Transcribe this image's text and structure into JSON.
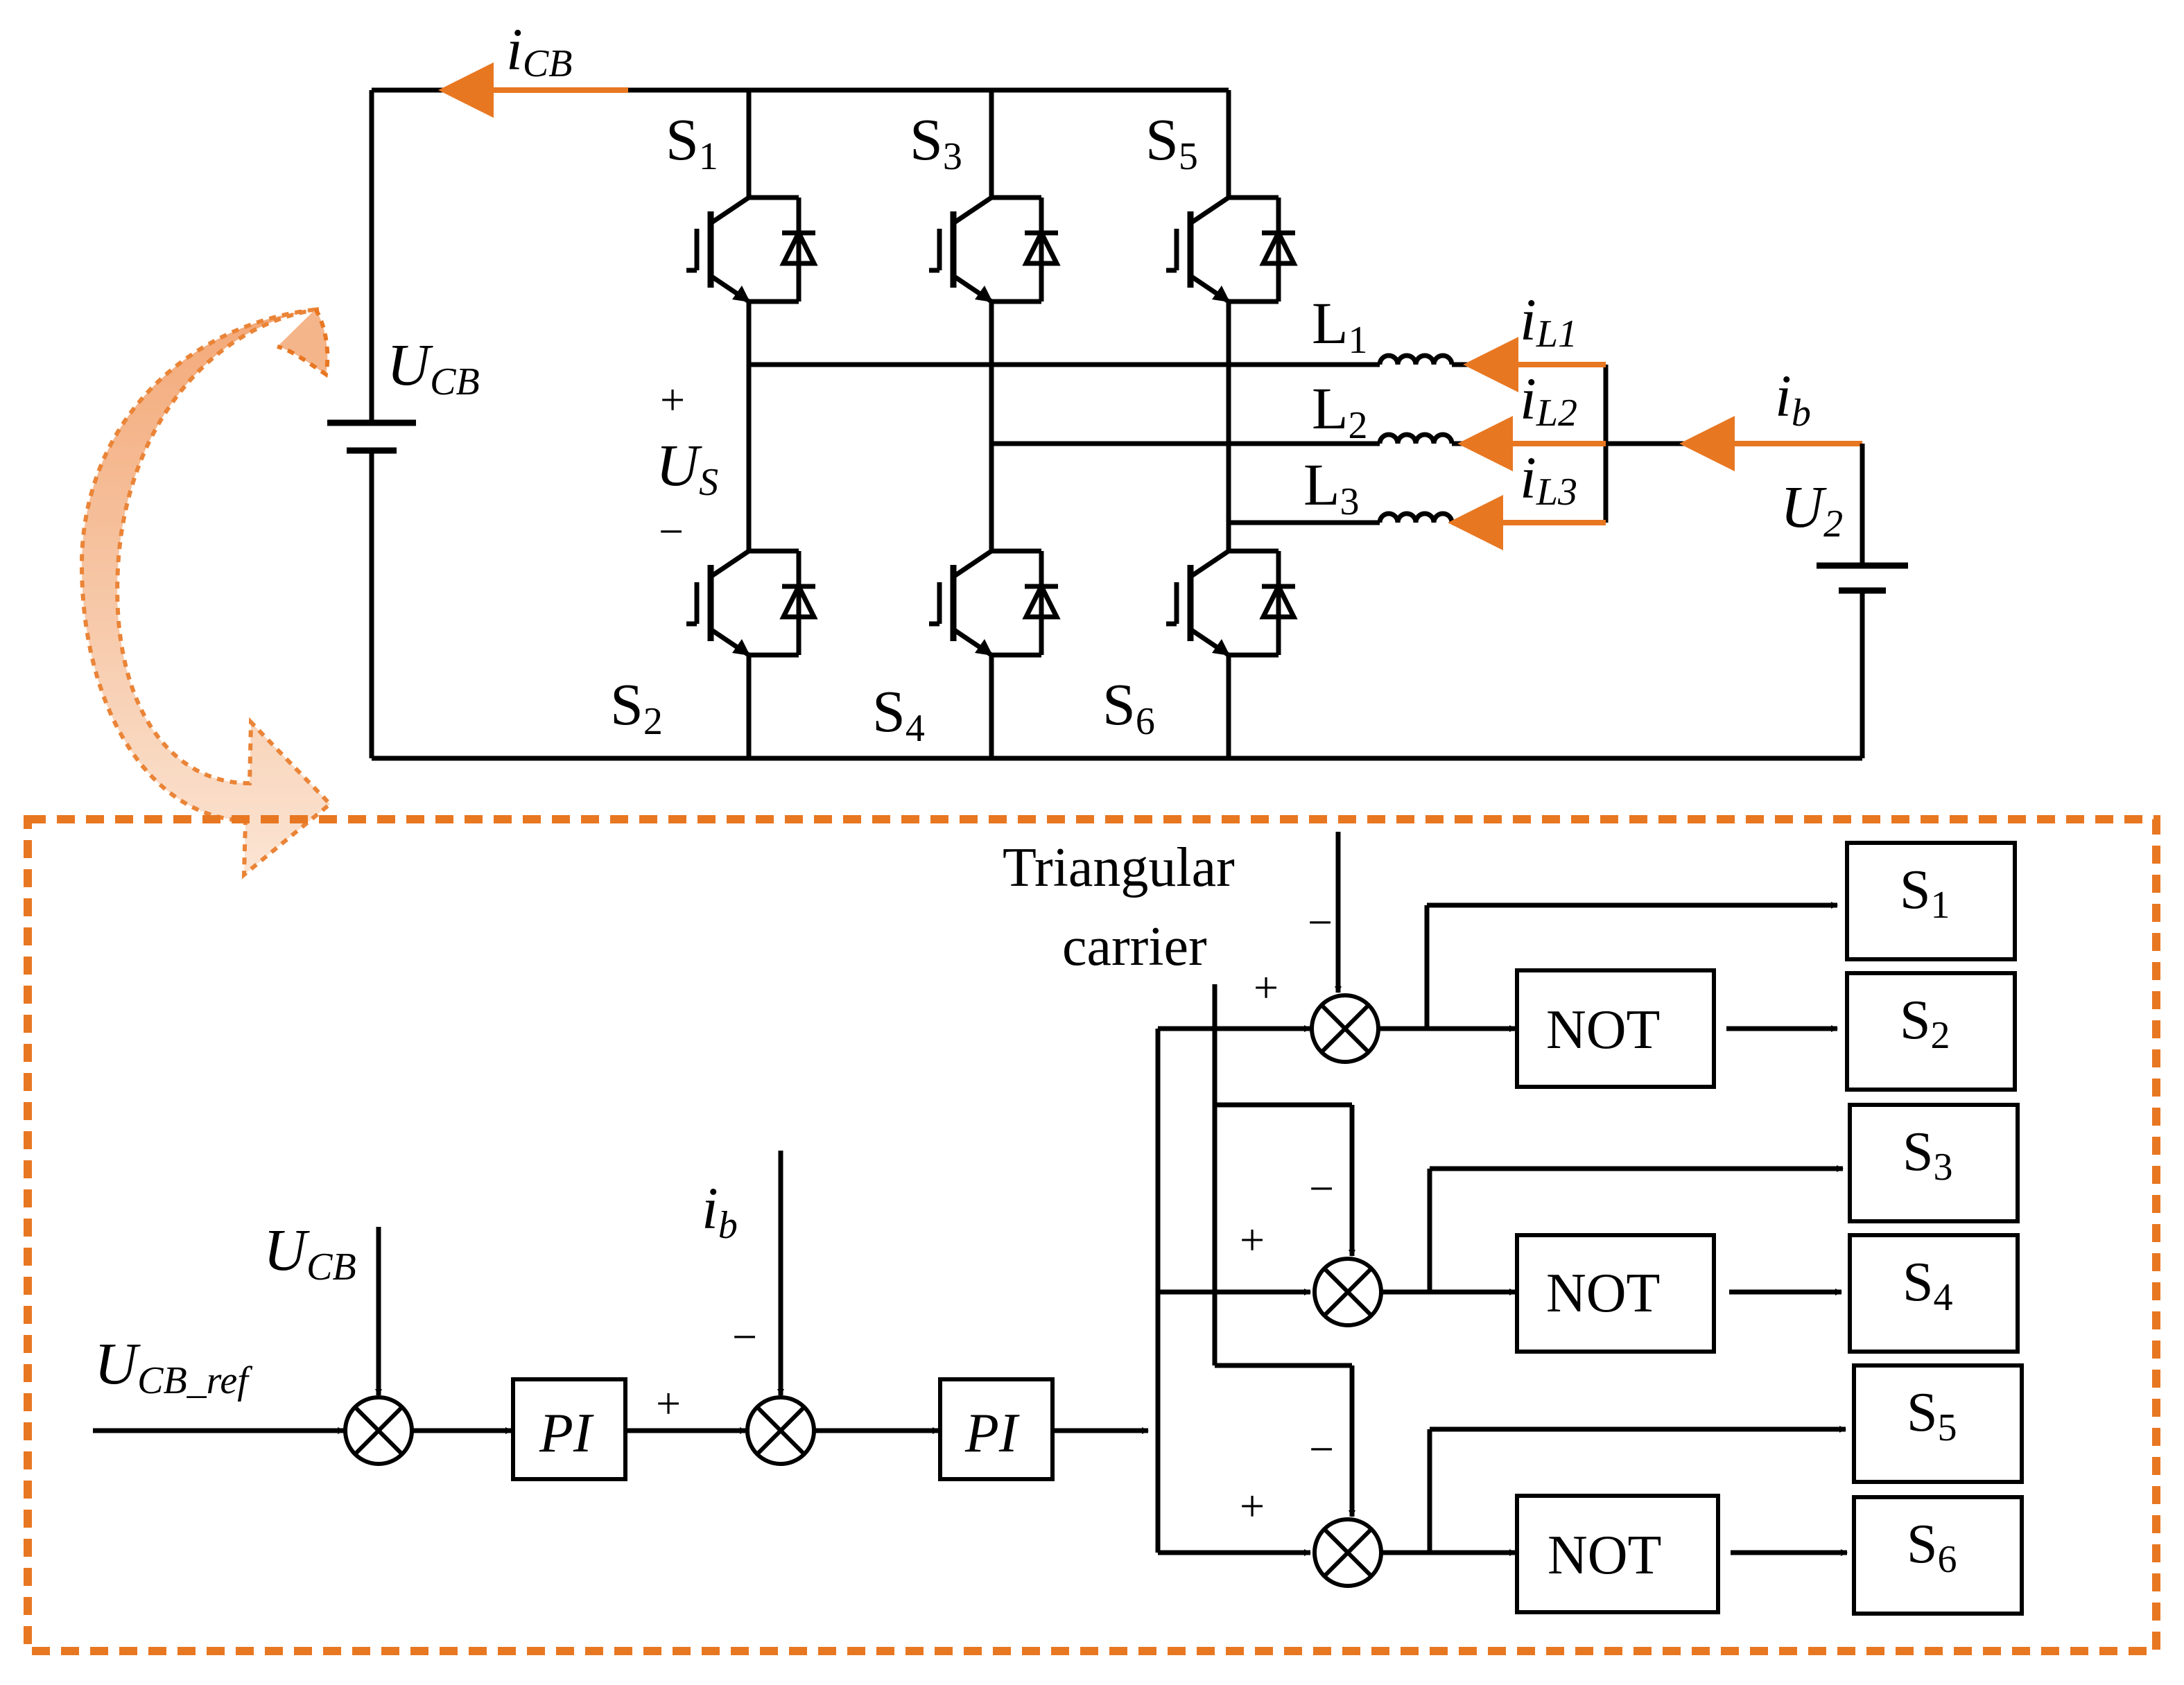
{
  "circuit": {
    "labels": {
      "i_cb": {
        "main": "i",
        "sub": "CB"
      },
      "u_cb": {
        "main": "U",
        "sub": "CB"
      },
      "u_s": {
        "main": "U",
        "sub": "S"
      },
      "u_2": {
        "main": "U",
        "sub": "2"
      },
      "i_b": {
        "main": "i",
        "sub": "b"
      },
      "plus": "+",
      "minus": "−"
    },
    "switches": [
      {
        "main": "S",
        "sub": "1"
      },
      {
        "main": "S",
        "sub": "3"
      },
      {
        "main": "S",
        "sub": "5"
      },
      {
        "main": "S",
        "sub": "2"
      },
      {
        "main": "S",
        "sub": "4"
      },
      {
        "main": "S",
        "sub": "6"
      }
    ],
    "inductors": [
      {
        "main": "L",
        "sub": "1"
      },
      {
        "main": "L",
        "sub": "2"
      },
      {
        "main": "L",
        "sub": "3"
      }
    ],
    "phase_currents": [
      {
        "main": "i",
        "sub": "L1"
      },
      {
        "main": "i",
        "sub": "L2"
      },
      {
        "main": "i",
        "sub": "L3"
      }
    ],
    "accent_color": "#e87722"
  },
  "control": {
    "carrier_label_line1": "Triangular",
    "carrier_label_line2": "carrier",
    "u_cb_ref": {
      "main": "U",
      "sub": "CB_ref"
    },
    "u_cb": {
      "main": "U",
      "sub": "CB"
    },
    "i_b": {
      "main": "i",
      "sub": "b"
    },
    "pi_label": "PI",
    "not_label": "NOT",
    "plus": "+",
    "minus": "−",
    "outputs": [
      {
        "main": "S",
        "sub": "1"
      },
      {
        "main": "S",
        "sub": "2"
      },
      {
        "main": "S",
        "sub": "3"
      },
      {
        "main": "S",
        "sub": "4"
      },
      {
        "main": "S",
        "sub": "5"
      },
      {
        "main": "S",
        "sub": "6"
      }
    ]
  }
}
